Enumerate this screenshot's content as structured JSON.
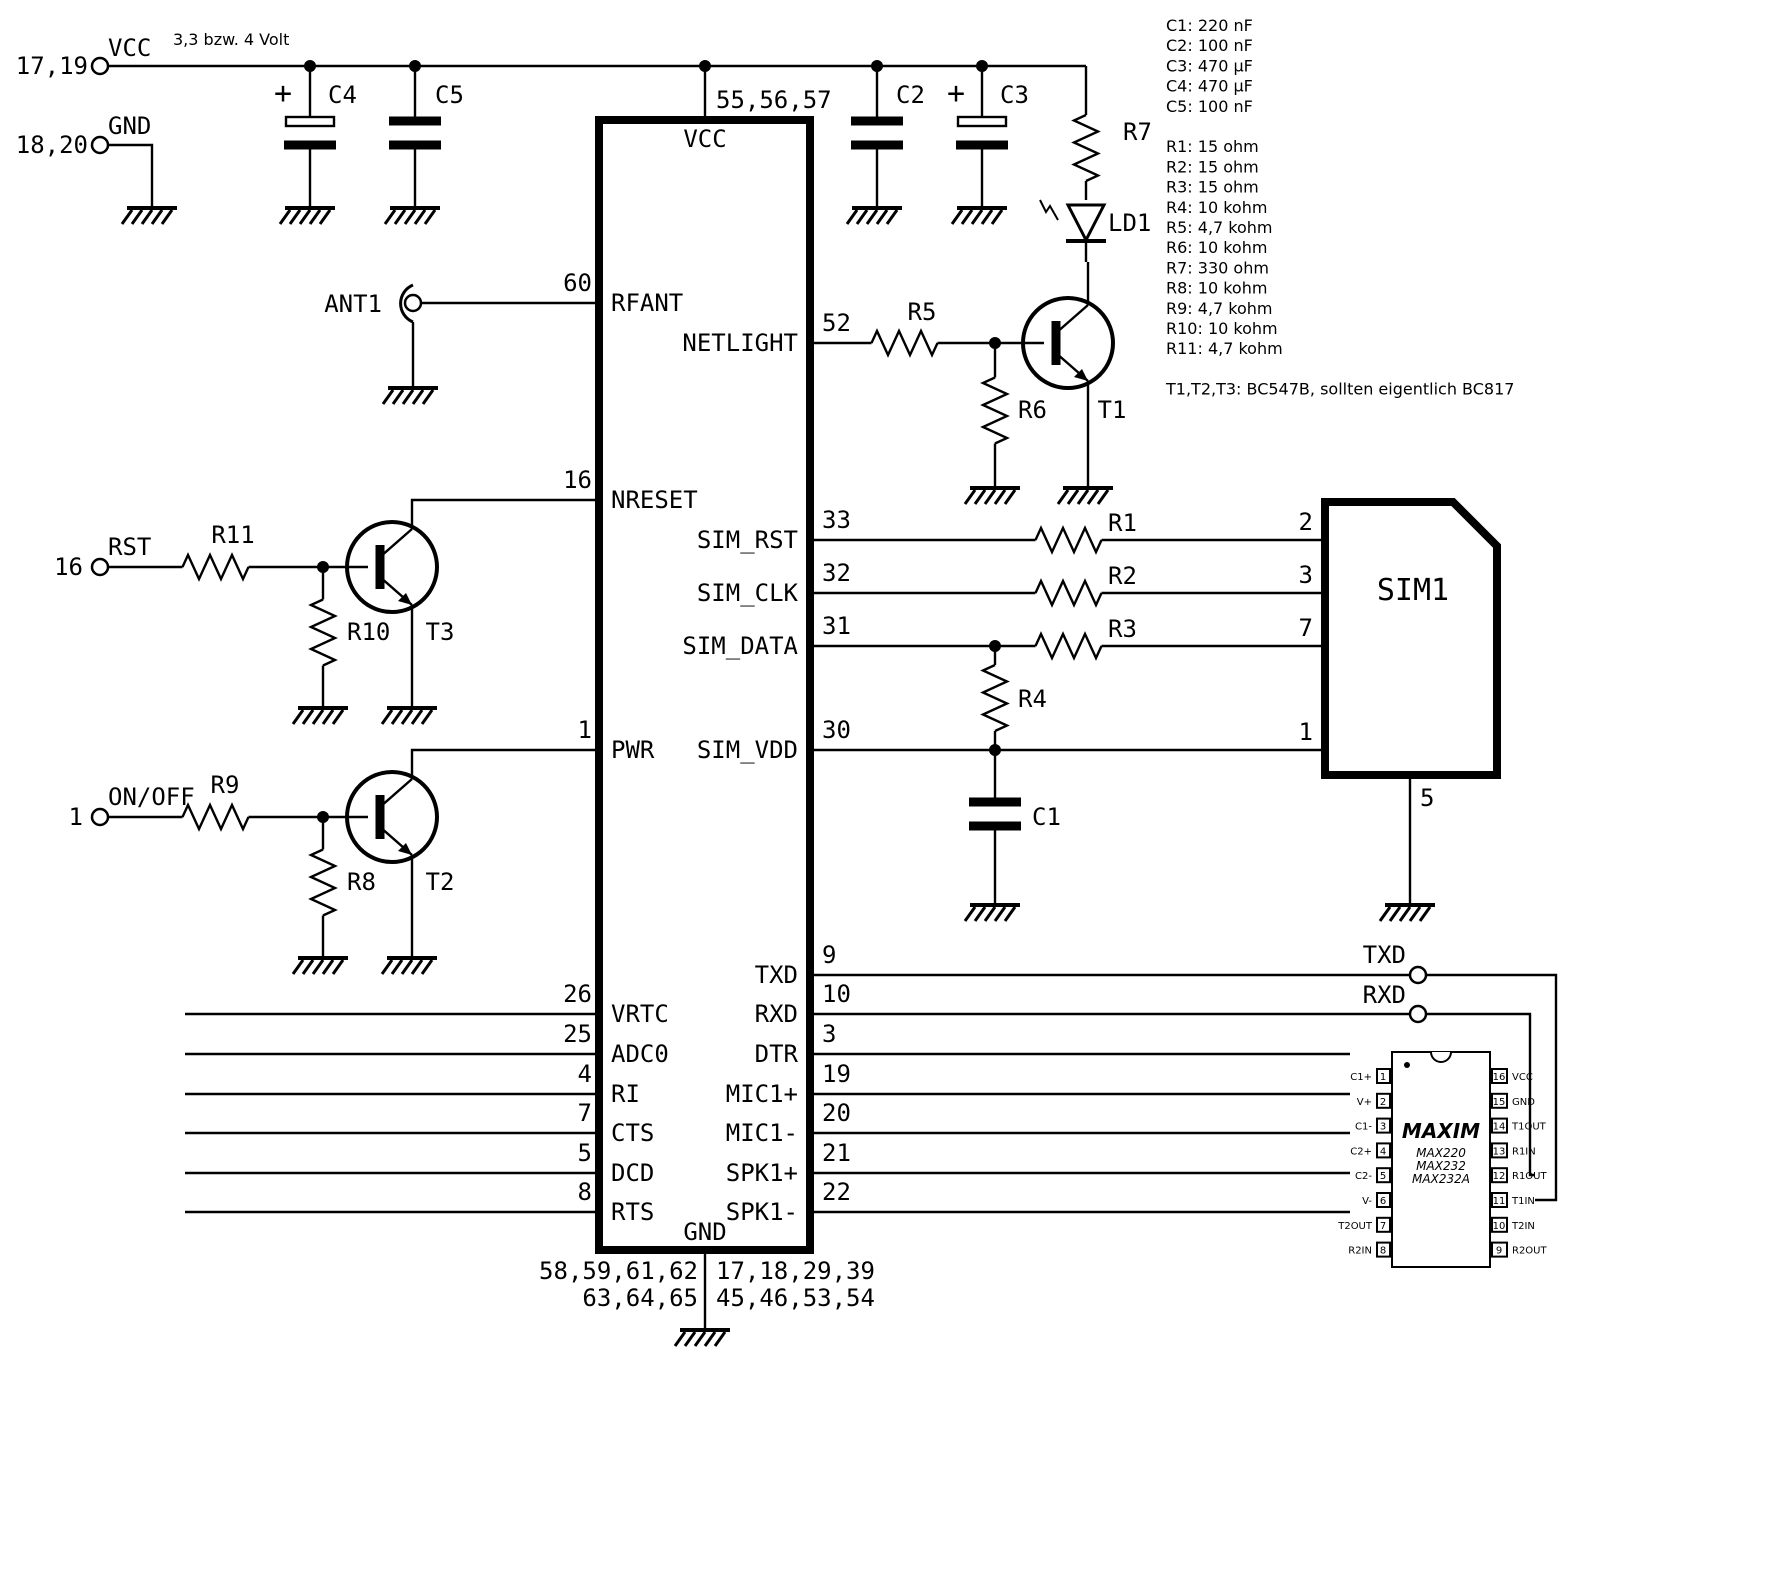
{
  "supply": {
    "vcc_pin": "17,19",
    "vcc_label": "VCC",
    "vcc_note": "3,3 bzw. 4 Volt",
    "gnd_pin": "18,20",
    "gnd_label": "GND"
  },
  "capacitors": [
    "C4",
    "C5",
    "C2",
    "C3",
    "C1"
  ],
  "polarity_mark": "+",
  "module": {
    "vcc_pins": "55,56,57",
    "vcc_label": "VCC",
    "gnd_label": "GND",
    "gnd_pins_left": [
      "58,59,61,62",
      "63,64,65"
    ],
    "gnd_pins_right": [
      "17,18,29,39",
      "45,46,53,54"
    ],
    "left_pins": [
      {
        "num": "60",
        "name": "RFANT"
      },
      {
        "num": "16",
        "name": "NRESET"
      },
      {
        "num": "1",
        "name": "PWR"
      },
      {
        "num": "26",
        "name": "VRTC"
      },
      {
        "num": "25",
        "name": "ADC0"
      },
      {
        "num": "4",
        "name": "RI"
      },
      {
        "num": "7",
        "name": "CTS"
      },
      {
        "num": "5",
        "name": "DCD"
      },
      {
        "num": "8",
        "name": "RTS"
      }
    ],
    "right_pins": [
      {
        "num": "52",
        "name": "NETLIGHT"
      },
      {
        "num": "33",
        "name": "SIM_RST"
      },
      {
        "num": "32",
        "name": "SIM_CLK"
      },
      {
        "num": "31",
        "name": "SIM_DATA"
      },
      {
        "num": "30",
        "name": "SIM_VDD"
      },
      {
        "num": "9",
        "name": "TXD"
      },
      {
        "num": "10",
        "name": "RXD"
      },
      {
        "num": "3",
        "name": "DTR"
      },
      {
        "num": "19",
        "name": "MIC1+"
      },
      {
        "num": "20",
        "name": "MIC1-"
      },
      {
        "num": "21",
        "name": "SPK1+"
      },
      {
        "num": "22",
        "name": "SPK1-"
      }
    ]
  },
  "antenna": "ANT1",
  "resistors": [
    "R1",
    "R2",
    "R3",
    "R4",
    "R5",
    "R6",
    "R7",
    "R8",
    "R9",
    "R10",
    "R11"
  ],
  "transistors": [
    "T1",
    "T2",
    "T3"
  ],
  "led": "LD1",
  "inputs": {
    "rst_pin": "16",
    "rst_label": "RST",
    "onoff_pin": "1",
    "onoff_label": "ON/OFF"
  },
  "sim": {
    "label": "SIM1",
    "pins": [
      "2",
      "3",
      "7",
      "1",
      "5"
    ]
  },
  "uart": {
    "txd": "TXD",
    "rxd": "RXD"
  },
  "max_chip": {
    "logo": "MAXIM",
    "names": [
      "MAX220",
      "MAX232",
      "MAX232A"
    ],
    "left_pins": [
      {
        "num": "1",
        "name": "C1+"
      },
      {
        "num": "2",
        "name": "V+"
      },
      {
        "num": "3",
        "name": "C1-"
      },
      {
        "num": "4",
        "name": "C2+"
      },
      {
        "num": "5",
        "name": "C2-"
      },
      {
        "num": "6",
        "name": "V-"
      },
      {
        "num": "7",
        "name": "T2OUT"
      },
      {
        "num": "8",
        "name": "R2IN"
      }
    ],
    "right_pins": [
      {
        "num": "16",
        "name": "VCC"
      },
      {
        "num": "15",
        "name": "GND"
      },
      {
        "num": "14",
        "name": "T1OUT"
      },
      {
        "num": "13",
        "name": "R1IN"
      },
      {
        "num": "12",
        "name": "R1OUT"
      },
      {
        "num": "11",
        "name": "T1IN"
      },
      {
        "num": "10",
        "name": "T2IN"
      },
      {
        "num": "9",
        "name": "R2OUT"
      }
    ]
  },
  "parts_list": [
    "C1: 220 nF",
    "C2: 100 nF",
    "C3: 470 µF",
    "C4: 470 µF",
    "C5: 100 nF",
    "",
    "R1: 15 ohm",
    "R2: 15 ohm",
    "R3: 15 ohm",
    "R4: 10 kohm",
    "R5: 4,7 kohm",
    "R6: 10 kohm",
    "R7: 330 ohm",
    "R8: 10 kohm",
    "R9: 4,7 kohm",
    "R10: 10 kohm",
    "R11: 4,7 kohm",
    "",
    "T1,T2,T3: BC547B, sollten eigentlich BC817"
  ]
}
